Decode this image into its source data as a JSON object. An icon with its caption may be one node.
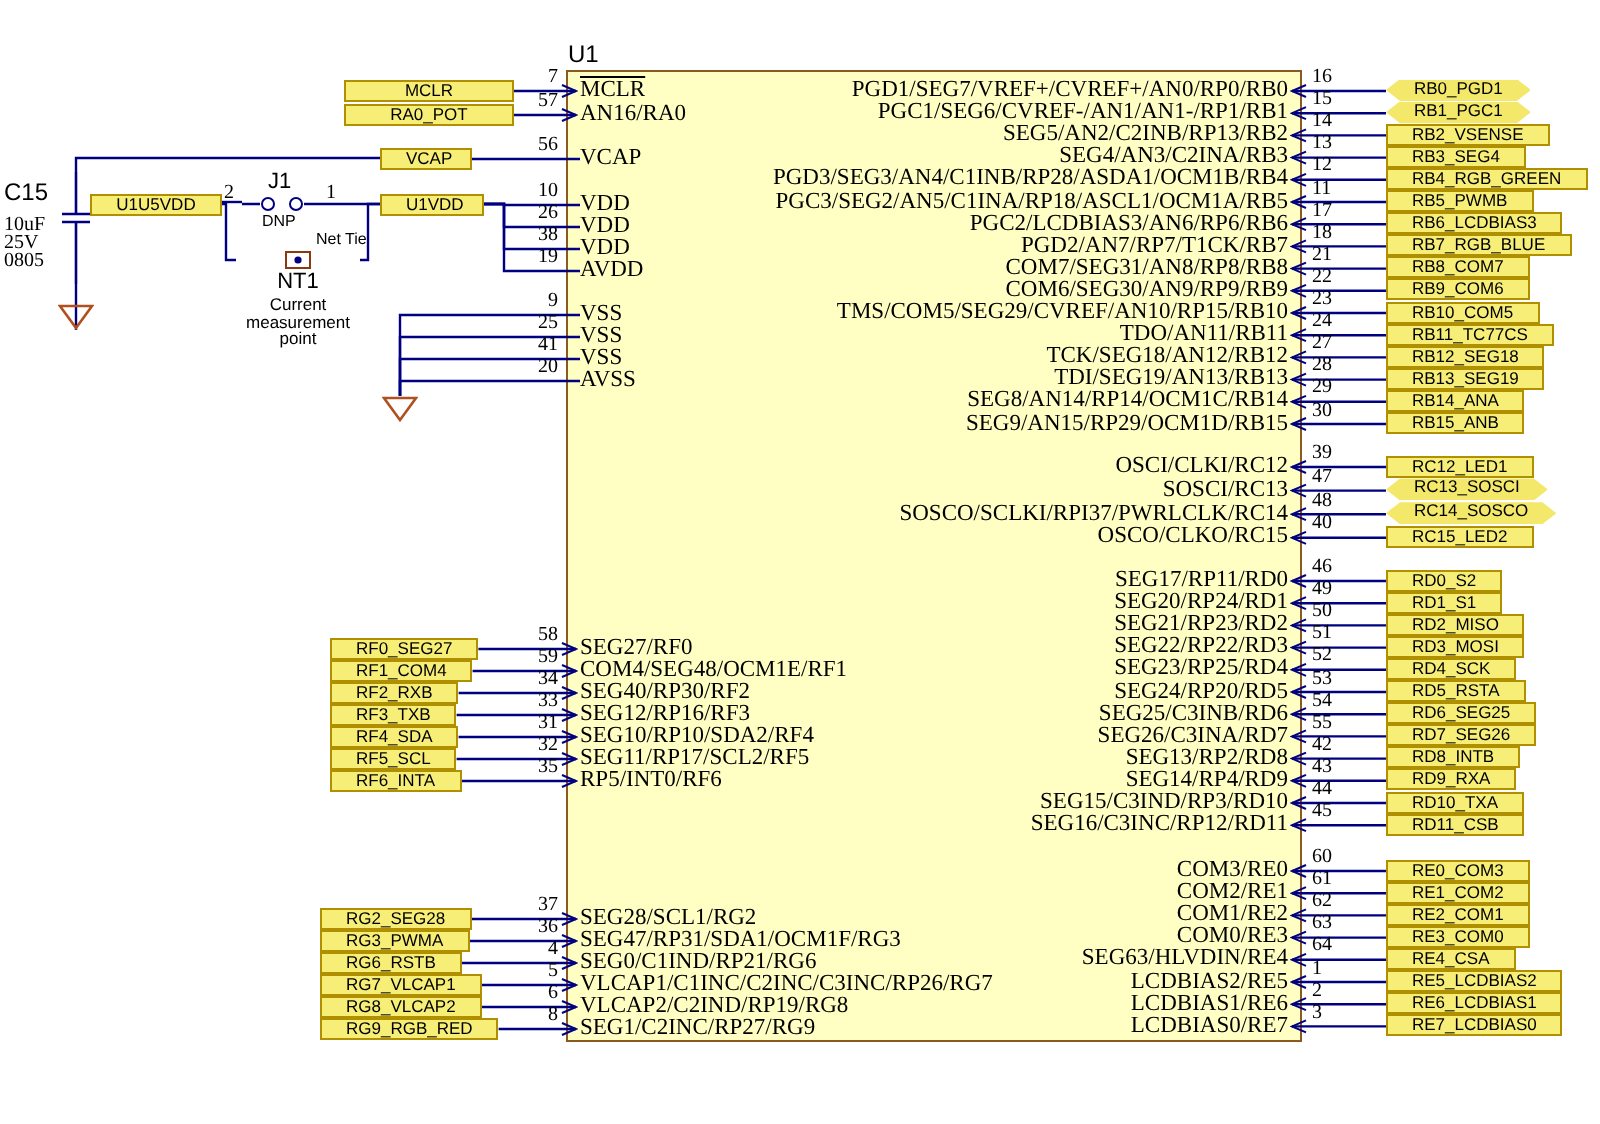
{
  "diagram": {
    "nodes": [
      {
        "text": [
          "U1"
        ]
      },
      {
        "text": [
          "MCLR"
        ],
        "in": 0,
        "beside": [
          "7"
        ]
      },
      {
        "text": [
          "AN16/RA0"
        ],
        "in": 0,
        "beside": [
          "57"
        ]
      },
      {
        "text": [
          "VCAP"
        ],
        "in": 0,
        "beside": [
          "56"
        ]
      },
      {
        "text": [
          "VDD"
        ],
        "in": 0,
        "beside": [
          "10"
        ]
      },
      {
        "text": [
          "VDD"
        ],
        "in": 0,
        "beside": [
          "26"
        ]
      },
      {
        "text": [
          "VDD"
        ],
        "in": 0,
        "beside": [
          "38"
        ]
      },
      {
        "text": [
          "AVDD"
        ],
        "in": 0,
        "beside": [
          "19"
        ]
      },
      {
        "text": [
          "VSS"
        ],
        "in": 0,
        "beside": [
          "9"
        ]
      },
      {
        "text": [
          "VSS"
        ],
        "in": 0,
        "beside": [
          "25"
        ]
      },
      {
        "text": [
          "VSS"
        ],
        "in": 0,
        "beside": [
          "41"
        ]
      },
      {
        "text": [
          "AVSS"
        ],
        "in": 0,
        "beside": [
          "20"
        ]
      },
      {
        "text": [
          "SEG27/RF0"
        ],
        "in": 0,
        "beside": [
          "58"
        ]
      },
      {
        "text": [
          "COM4/SEG48/OCM1E/RF1"
        ],
        "in": 0,
        "beside": [
          "59"
        ]
      },
      {
        "text": [
          "SEG40/RP30/RF2"
        ],
        "in": 0,
        "beside": [
          "34"
        ]
      },
      {
        "text": [
          "SEG12/RP16/RF3"
        ],
        "in": 0,
        "beside": [
          "33"
        ]
      },
      {
        "text": [
          "SEG10/RP10/SDA2/RF4"
        ],
        "in": 0,
        "beside": [
          "31"
        ]
      },
      {
        "text": [
          "SEG11/RP17/SCL2/RF5"
        ],
        "in": 0,
        "beside": [
          "32"
        ]
      },
      {
        "text": [
          "RP5/INT0/RF6"
        ],
        "in": 0,
        "beside": [
          "35"
        ]
      },
      {
        "text": [
          "SEG28/SCL1/RG2"
        ],
        "in": 0,
        "beside": [
          "37"
        ]
      },
      {
        "text": [
          "SEG47/RP31/SDA1/OCM1F/RG3"
        ],
        "in": 0,
        "beside": [
          "36"
        ]
      },
      {
        "text": [
          "SEG0/C1IND/RP21/RG6"
        ],
        "in": 0,
        "beside": [
          "4"
        ]
      },
      {
        "text": [
          "VLCAP1/C1INC/C2INC/C3INC/RP26/RG7"
        ],
        "in": 0,
        "beside": [
          "5"
        ]
      },
      {
        "text": [
          "VLCAP2/C2IND/RP19/RG8"
        ],
        "in": 0,
        "beside": [
          "6"
        ]
      },
      {
        "text": [
          "SEG1/C2INC/RP27/RG9"
        ],
        "in": 0,
        "beside": [
          "8"
        ]
      },
      {
        "text": [
          "PGD1/SEG7/VREF+/CVREF+/AN0/RP0/RB0"
        ],
        "in": 0,
        "beside": [
          "16"
        ]
      },
      {
        "text": [
          "PGC1/SEG6/CVREF-/AN1/AN1-/RP1/RB1"
        ],
        "in": 0,
        "beside": [
          "15"
        ]
      },
      {
        "text": [
          "SEG5/AN2/C2INB/RP13/RB2"
        ],
        "in": 0,
        "beside": [
          "14"
        ]
      },
      {
        "text": [
          "SEG4/AN3/C2INA/RB3"
        ],
        "in": 0,
        "beside": [
          "13"
        ]
      },
      {
        "text": [
          "PGD3/SEG3/AN4/C1INB/RP28/ASDA1/OCM1B/RB4"
        ],
        "in": 0,
        "beside": [
          "12"
        ]
      },
      {
        "text": [
          "PGC3/SEG2/AN5/C1INA/RP18/ASCL1/OCM1A/RB5"
        ],
        "in": 0,
        "beside": [
          "11"
        ]
      },
      {
        "text": [
          "PGC2/LCDBIAS3/AN6/RP6/RB6"
        ],
        "in": 0,
        "beside": [
          "17"
        ]
      },
      {
        "text": [
          "PGD2/AN7/RP7/T1CK/RB7"
        ],
        "in": 0,
        "beside": [
          "18"
        ]
      },
      {
        "text": [
          "COM7/SEG31/AN8/RP8/RB8"
        ],
        "in": 0,
        "beside": [
          "21"
        ]
      },
      {
        "text": [
          "COM6/SEG30/AN9/RP9/RB9"
        ],
        "in": 0,
        "beside": [
          "22"
        ]
      },
      {
        "text": [
          "TMS/COM5/SEG29/CVREF/AN10/RP15/RB10"
        ],
        "in": 0,
        "beside": [
          "23"
        ]
      },
      {
        "text": [
          "TDO/AN11/RB11"
        ],
        "in": 0,
        "beside": [
          "24"
        ]
      },
      {
        "text": [
          "TCK/SEG18/AN12/RB12"
        ],
        "in": 0,
        "beside": [
          "27"
        ]
      },
      {
        "text": [
          "TDI/SEG19/AN13/RB13"
        ],
        "in": 0,
        "beside": [
          "28"
        ]
      },
      {
        "text": [
          "SEG8/AN14/RP14/OCM1C/RB14"
        ],
        "in": 0,
        "beside": [
          "29"
        ]
      },
      {
        "text": [
          "SEG9/AN15/RP29/OCM1D/RB15"
        ],
        "in": 0,
        "beside": [
          "30"
        ]
      },
      {
        "text": [
          "OSCI/CLKI/RC12"
        ],
        "in": 0,
        "beside": [
          "39"
        ]
      },
      {
        "text": [
          "SOSCI/RC13"
        ],
        "in": 0,
        "beside": [
          "47"
        ]
      },
      {
        "text": [
          "SOSCO/SCLKI/RPI37/PWRLCLK/RC14"
        ],
        "in": 0,
        "beside": [
          "48"
        ]
      },
      {
        "text": [
          "OSCO/CLKO/RC15"
        ],
        "in": 0,
        "beside": [
          "40"
        ]
      },
      {
        "text": [
          "SEG17/RP11/RD0"
        ],
        "in": 0,
        "beside": [
          "46"
        ]
      },
      {
        "text": [
          "SEG20/RP24/RD1"
        ],
        "in": 0,
        "beside": [
          "49"
        ]
      },
      {
        "text": [
          "SEG21/RP23/RD2"
        ],
        "in": 0,
        "beside": [
          "50"
        ]
      },
      {
        "text": [
          "SEG22/RP22/RD3"
        ],
        "in": 0,
        "beside": [
          "51"
        ]
      },
      {
        "text": [
          "SEG23/RP25/RD4"
        ],
        "in": 0,
        "beside": [
          "52"
        ]
      },
      {
        "text": [
          "SEG24/RP20/RD5"
        ],
        "in": 0,
        "beside": [
          "53"
        ]
      },
      {
        "text": [
          "SEG25/C3INB/RD6"
        ],
        "in": 0,
        "beside": [
          "54"
        ]
      },
      {
        "text": [
          "SEG26/C3INA/RD7"
        ],
        "in": 0,
        "beside": [
          "55"
        ]
      },
      {
        "text": [
          "SEG13/RP2/RD8"
        ],
        "in": 0,
        "beside": [
          "42"
        ]
      },
      {
        "text": [
          "SEG14/RP4/RD9"
        ],
        "in": 0,
        "beside": [
          "43"
        ]
      },
      {
        "text": [
          "SEG15/C3IND/RP3/RD10"
        ],
        "in": 0,
        "beside": [
          "44"
        ]
      },
      {
        "text": [
          "SEG16/C3INC/RP12/RD11"
        ],
        "in": 0,
        "beside": [
          "45"
        ]
      },
      {
        "text": [
          "COM3/RE0"
        ],
        "in": 0,
        "beside": [
          "60"
        ]
      },
      {
        "text": [
          "COM2/RE1"
        ],
        "in": 0,
        "beside": [
          "61"
        ]
      },
      {
        "text": [
          "COM1/RE2"
        ],
        "in": 0,
        "beside": [
          "62"
        ]
      },
      {
        "text": [
          "COM0/RE3"
        ],
        "in": 0,
        "beside": [
          "63"
        ]
      },
      {
        "text": [
          "SEG63/HLVDIN/RE4"
        ],
        "in": 0,
        "beside": [
          "64"
        ]
      },
      {
        "text": [
          "LCDBIAS2/RE5"
        ],
        "in": 0,
        "beside": [
          "1"
        ]
      },
      {
        "text": [
          "LCDBIAS1/RE6"
        ],
        "in": 0,
        "beside": [
          "2"
        ]
      },
      {
        "text": [
          "LCDBIAS0/RE7"
        ],
        "in": 0,
        "beside": [
          "3"
        ]
      },
      {
        "text": [
          "MCLR"
        ]
      },
      {
        "text": [
          "RA0_POT"
        ]
      },
      {
        "text": [
          "VCAP"
        ]
      },
      {
        "text": [
          "U1U5VDD"
        ]
      },
      {
        "text": [
          "U1VDD"
        ]
      },
      {
        "text": [
          "C15",
          "10uF 25V 0805"
        ]
      },
      {
        "text": [
          "J1",
          "DNP"
        ],
        "beside": [
          "2",
          "1"
        ]
      },
      {
        "text": [
          "NT1",
          "Current measurement point"
        ],
        "beside": [
          "Net Tie"
        ]
      },
      {
        "text": [],
        "shape": "triangle"
      },
      {
        "text": [],
        "shape": "triangle"
      },
      {
        "text": [
          "RF0_SEG27"
        ]
      },
      {
        "text": [
          "RF1_COM4"
        ]
      },
      {
        "text": [
          "RF2_RXB"
        ]
      },
      {
        "text": [
          "RF3_TXB"
        ]
      },
      {
        "text": [
          "RF4_SDA"
        ]
      },
      {
        "text": [
          "RF5_SCL"
        ]
      },
      {
        "text": [
          "RF6_INTA"
        ]
      },
      {
        "text": [
          "RG2_SEG28"
        ]
      },
      {
        "text": [
          "RG3_PWMA"
        ]
      },
      {
        "text": [
          "RG6_RSTB"
        ]
      },
      {
        "text": [
          "RG7_VLCAP1"
        ]
      },
      {
        "text": [
          "RG8_VLCAP2"
        ]
      },
      {
        "text": [
          "RG9_RGB_RED"
        ]
      },
      {
        "text": [
          "RB0_PGD1"
        ]
      },
      {
        "text": [
          "RB1_PGC1"
        ]
      },
      {
        "text": [
          "RB2_VSENSE"
        ]
      },
      {
        "text": [
          "RB3_SEG4"
        ]
      },
      {
        "text": [
          "RB4_RGB_GREEN"
        ]
      },
      {
        "text": [
          "RB5_PWMB"
        ]
      },
      {
        "text": [
          "RB6_LCDBIAS3"
        ]
      },
      {
        "text": [
          "RB7_RGB_BLUE"
        ]
      },
      {
        "text": [
          "RB8_COM7"
        ]
      },
      {
        "text": [
          "RB9_COM6"
        ]
      },
      {
        "text": [
          "RB10_COM5"
        ]
      },
      {
        "text": [
          "RB11_TC77CS"
        ]
      },
      {
        "text": [
          "RB12_SEG18"
        ]
      },
      {
        "text": [
          "RB13_SEG19"
        ]
      },
      {
        "text": [
          "RB14_ANA"
        ]
      },
      {
        "text": [
          "RB15_ANB"
        ]
      },
      {
        "text": [
          "RC12_LED1"
        ]
      },
      {
        "text": [
          "RC13_SOSCI"
        ]
      },
      {
        "text": [
          "RC14_SOSCO"
        ]
      },
      {
        "text": [
          "RC15_LED2"
        ]
      },
      {
        "text": [
          "RD0_S2"
        ]
      },
      {
        "text": [
          "RD1_S1"
        ]
      },
      {
        "text": [
          "RD2_MISO"
        ]
      },
      {
        "text": [
          "RD3_MOSI"
        ]
      },
      {
        "text": [
          "RD4_SCK"
        ]
      },
      {
        "text": [
          "RD5_RSTA"
        ]
      },
      {
        "text": [
          "RD6_SEG25"
        ]
      },
      {
        "text": [
          "RD7_SEG26"
        ]
      },
      {
        "text": [
          "RD8_INTB"
        ]
      },
      {
        "text": [
          "RD9_RXA"
        ]
      },
      {
        "text": [
          "RD10_TXA"
        ]
      },
      {
        "text": [
          "RD11_CSB"
        ]
      },
      {
        "text": [
          "RE0_COM3"
        ]
      },
      {
        "text": [
          "RE1_COM2"
        ]
      },
      {
        "text": [
          "RE2_COM1"
        ]
      },
      {
        "text": [
          "RE3_COM0"
        ]
      },
      {
        "text": [
          "RE4_CSA"
        ]
      },
      {
        "text": [
          "RE5_LCDBIAS2"
        ]
      },
      {
        "text": [
          "RE6_LCDBIAS1"
        ]
      },
      {
        "text": [
          "RE7_LCDBIAS0"
        ]
      }
    ],
    "edges": [
      {
        "from": 65,
        "to": 1,
        "arrow": "to"
      },
      {
        "from": 66,
        "to": 2,
        "arrow": "to"
      },
      {
        "from": 70,
        "to": 67,
        "arrow": "none"
      },
      {
        "from": 67,
        "to": 3,
        "arrow": "none"
      },
      {
        "from": 68,
        "to": 71,
        "arrow": "none"
      },
      {
        "from": 68,
        "to": 72,
        "arrow": "none"
      },
      {
        "from": 71,
        "to": 69,
        "arrow": "none"
      },
      {
        "from": 72,
        "to": 69,
        "arrow": "none"
      },
      {
        "from": 69,
        "to": 4,
        "arrow": "none"
      },
      {
        "from": 69,
        "to": 5,
        "arrow": "none"
      },
      {
        "from": 69,
        "to": 6,
        "arrow": "none"
      },
      {
        "from": 69,
        "to": 7,
        "arrow": "none"
      },
      {
        "from": 70,
        "to": 73,
        "arrow": "none"
      },
      {
        "from": 74,
        "to": 8,
        "arrow": "none"
      },
      {
        "from": 74,
        "to": 9,
        "arrow": "none"
      },
      {
        "from": 74,
        "to": 10,
        "arrow": "none"
      },
      {
        "from": 74,
        "to": 11,
        "arrow": "none"
      },
      {
        "from": 75,
        "to": 12,
        "arrow": "to"
      },
      {
        "from": 76,
        "to": 13,
        "arrow": "to"
      },
      {
        "from": 77,
        "to": 14,
        "arrow": "to"
      },
      {
        "from": 78,
        "to": 15,
        "arrow": "to"
      },
      {
        "from": 79,
        "to": 16,
        "arrow": "to"
      },
      {
        "from": 80,
        "to": 17,
        "arrow": "to"
      },
      {
        "from": 81,
        "to": 18,
        "arrow": "to"
      },
      {
        "from": 82,
        "to": 19,
        "arrow": "to"
      },
      {
        "from": 83,
        "to": 20,
        "arrow": "to"
      },
      {
        "from": 84,
        "to": 21,
        "arrow": "to"
      },
      {
        "from": 85,
        "to": 22,
        "arrow": "to"
      },
      {
        "from": 86,
        "to": 23,
        "arrow": "to"
      },
      {
        "from": 87,
        "to": 24,
        "arrow": "to"
      },
      {
        "from": 88,
        "to": 25,
        "arrow": "to"
      },
      {
        "from": 89,
        "to": 26,
        "arrow": "to"
      },
      {
        "from": 90,
        "to": 27,
        "arrow": "to"
      },
      {
        "from": 91,
        "to": 28,
        "arrow": "to"
      },
      {
        "from": 92,
        "to": 29,
        "arrow": "to"
      },
      {
        "from": 93,
        "to": 30,
        "arrow": "to"
      },
      {
        "from": 94,
        "to": 31,
        "arrow": "to"
      },
      {
        "from": 95,
        "to": 32,
        "arrow": "to"
      },
      {
        "from": 96,
        "to": 33,
        "arrow": "to"
      },
      {
        "from": 97,
        "to": 34,
        "arrow": "to"
      },
      {
        "from": 98,
        "to": 35,
        "arrow": "to"
      },
      {
        "from": 99,
        "to": 36,
        "arrow": "to"
      },
      {
        "from": 100,
        "to": 37,
        "arrow": "to"
      },
      {
        "from": 101,
        "to": 38,
        "arrow": "to"
      },
      {
        "from": 102,
        "to": 39,
        "arrow": "to"
      },
      {
        "from": 103,
        "to": 40,
        "arrow": "to"
      },
      {
        "from": 104,
        "to": 41,
        "arrow": "to"
      },
      {
        "from": 105,
        "to": 42,
        "arrow": "to"
      },
      {
        "from": 106,
        "to": 43,
        "arrow": "to"
      },
      {
        "from": 107,
        "to": 44,
        "arrow": "to"
      },
      {
        "from": 108,
        "to": 45,
        "arrow": "to"
      },
      {
        "from": 109,
        "to": 46,
        "arrow": "to"
      },
      {
        "from": 110,
        "to": 47,
        "arrow": "to"
      },
      {
        "from": 111,
        "to": 48,
        "arrow": "to"
      },
      {
        "from": 112,
        "to": 49,
        "arrow": "to"
      },
      {
        "from": 113,
        "to": 50,
        "arrow": "to"
      },
      {
        "from": 114,
        "to": 51,
        "arrow": "to"
      },
      {
        "from": 115,
        "to": 52,
        "arrow": "to"
      },
      {
        "from": 116,
        "to": 53,
        "arrow": "to"
      },
      {
        "from": 117,
        "to": 54,
        "arrow": "to"
      },
      {
        "from": 118,
        "to": 55,
        "arrow": "to"
      },
      {
        "from": 119,
        "to": 56,
        "arrow": "to"
      },
      {
        "from": 120,
        "to": 57,
        "arrow": "to"
      },
      {
        "from": 121,
        "to": 58,
        "arrow": "to"
      },
      {
        "from": 122,
        "to": 59,
        "arrow": "to"
      },
      {
        "from": 123,
        "to": 60,
        "arrow": "to"
      },
      {
        "from": 124,
        "to": 61,
        "arrow": "to"
      },
      {
        "from": 125,
        "to": 62,
        "arrow": "to"
      },
      {
        "from": 126,
        "to": 63,
        "arrow": "to"
      },
      {
        "from": 127,
        "to": 64,
        "arrow": "to"
      }
    ]
  }
}
